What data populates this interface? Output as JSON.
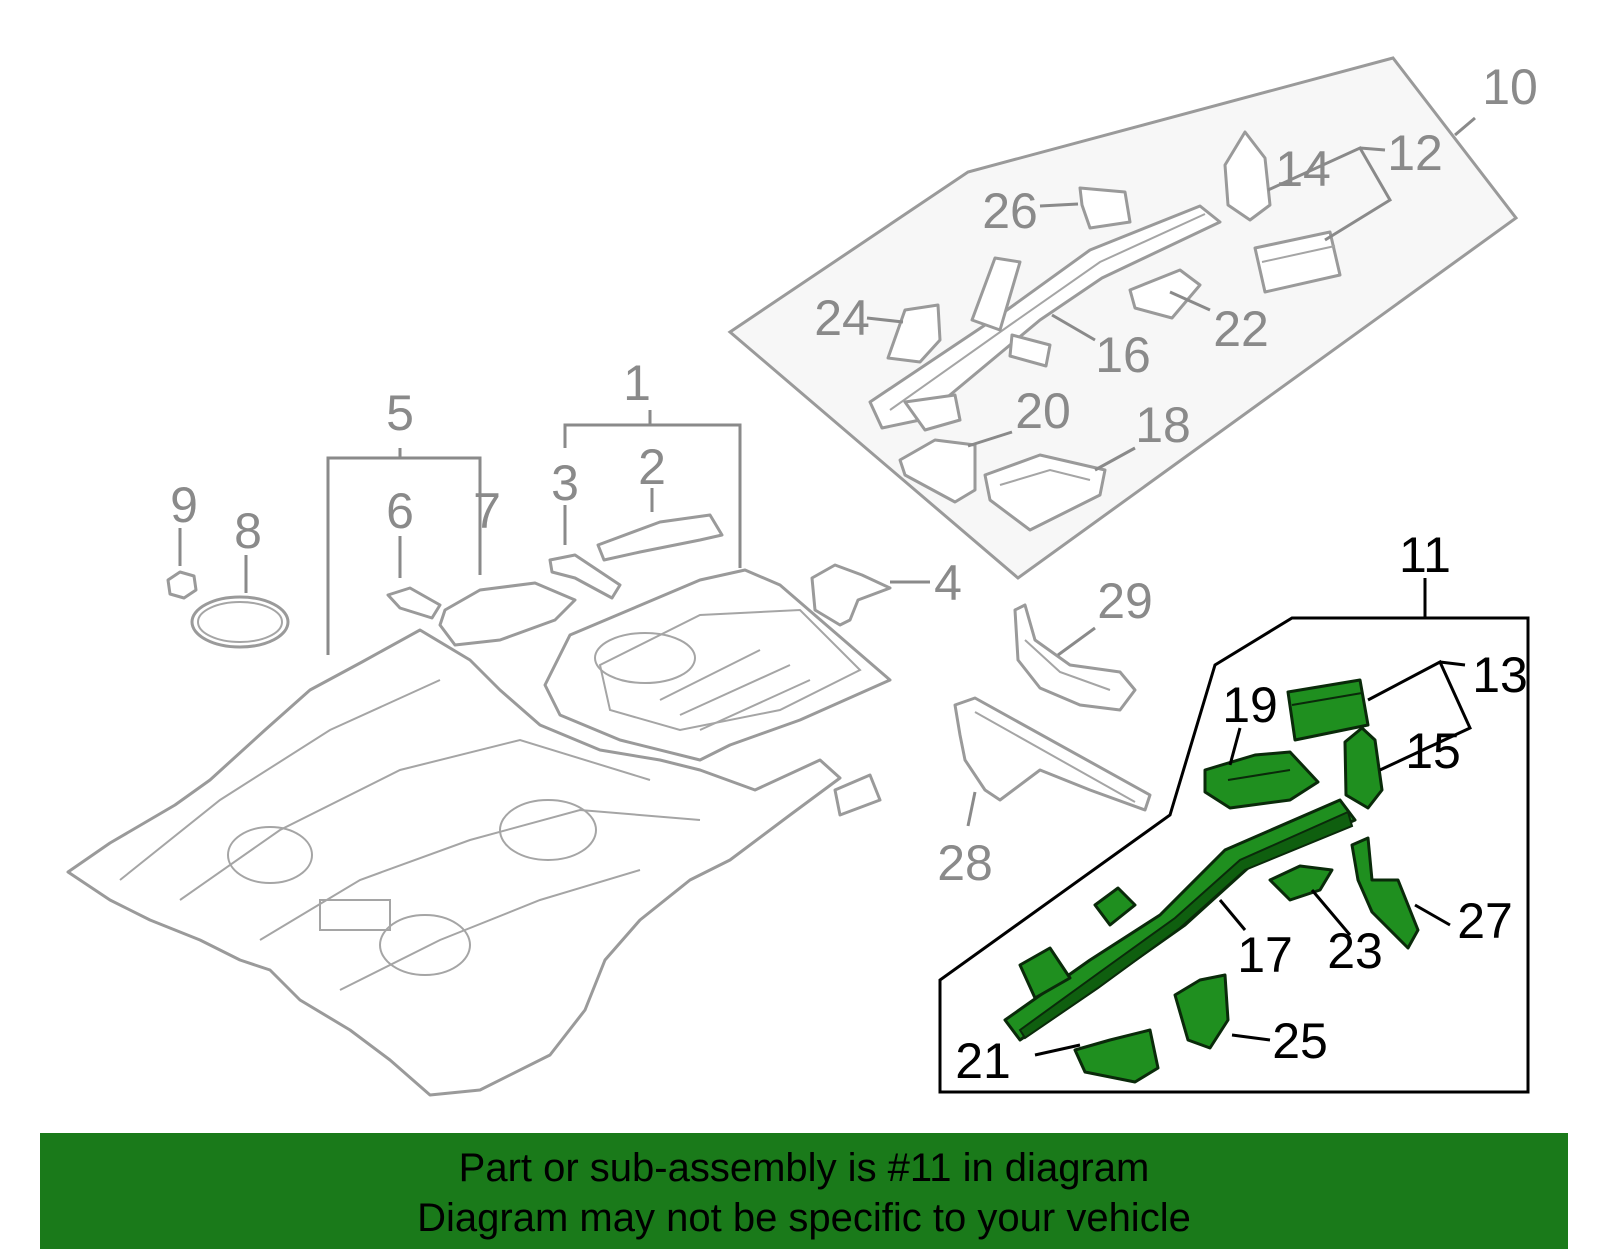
{
  "callouts": {
    "c1": "1",
    "c2": "2",
    "c3": "3",
    "c4": "4",
    "c5": "5",
    "c6": "6",
    "c7": "7",
    "c8": "8",
    "c9": "9",
    "c10": "10",
    "c11": "11",
    "c12": "12",
    "c13": "13",
    "c14": "14",
    "c15": "15",
    "c16": "16",
    "c17": "17",
    "c18": "18",
    "c19": "19",
    "c20": "20",
    "c21": "21",
    "c22": "22",
    "c23": "23",
    "c24": "24",
    "c25": "25",
    "c26": "26",
    "c27": "27",
    "c28": "28",
    "c29": "29"
  },
  "banner": {
    "line1": "Part or sub-assembly is #11 in diagram",
    "line2": "Diagram may not be specific to your vehicle"
  },
  "colors": {
    "highlight_green": "#1f8f1f",
    "banner_green": "#1a7a1a",
    "outline_grey": "#9a9a9a"
  }
}
